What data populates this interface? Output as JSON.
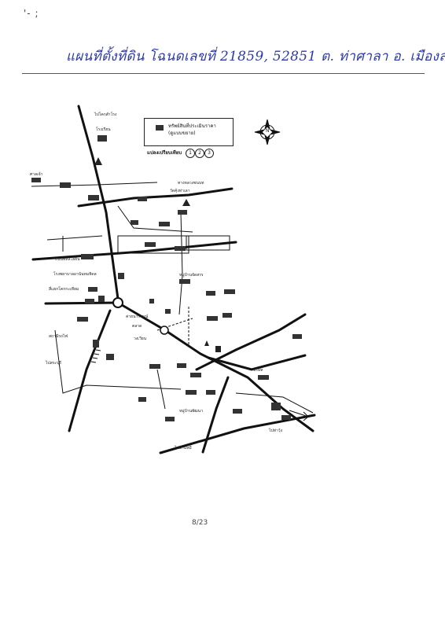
{
  "header": {
    "scribble": "'- ;",
    "title": "แผนที่ตั้งที่ดิน โฉนดเลขที่ 21859, 52851 ต. ท่าศาลา อ. เมืองลพบุรี จ.ลพบุรี"
  },
  "legend": {
    "item": "ทรัพย์สินที่ประเมินราคา",
    "subitem": "(ดูแบบขยาย)",
    "sheet_label": "แปลงเปรียบเทียบ",
    "markers": [
      "1",
      "2",
      "3"
    ]
  },
  "north_arrow": {
    "label": "N"
  },
  "place_labels": [
    "ไปโคกสำโรง",
    "โรงเรียน",
    "ศาลเจ้า",
    "วัดคุ้งท่าเลา",
    "ทางหลวงชนบท",
    "โรงพยาบาลอานันทมหิดล",
    "ถนนพหลโยธิน",
    "สี่แยกโคกกะเทียม",
    "หมู่บ้านจัดสรร",
    "ค่ายนารายณ์",
    "ตลาด",
    "วงเวียน",
    "สถานีรถไฟ",
    "ไปสระบุรี",
    "หมู่บ้านพัฒนา",
    "บริษัท",
    "ไปบ้านหมี่",
    "ไปท่าวุ้ง"
  ],
  "footer": {
    "page_number": "8/23"
  },
  "colors": {
    "ink": "#111111",
    "pen": "#2d3aa8",
    "paper": "#ffffff"
  }
}
